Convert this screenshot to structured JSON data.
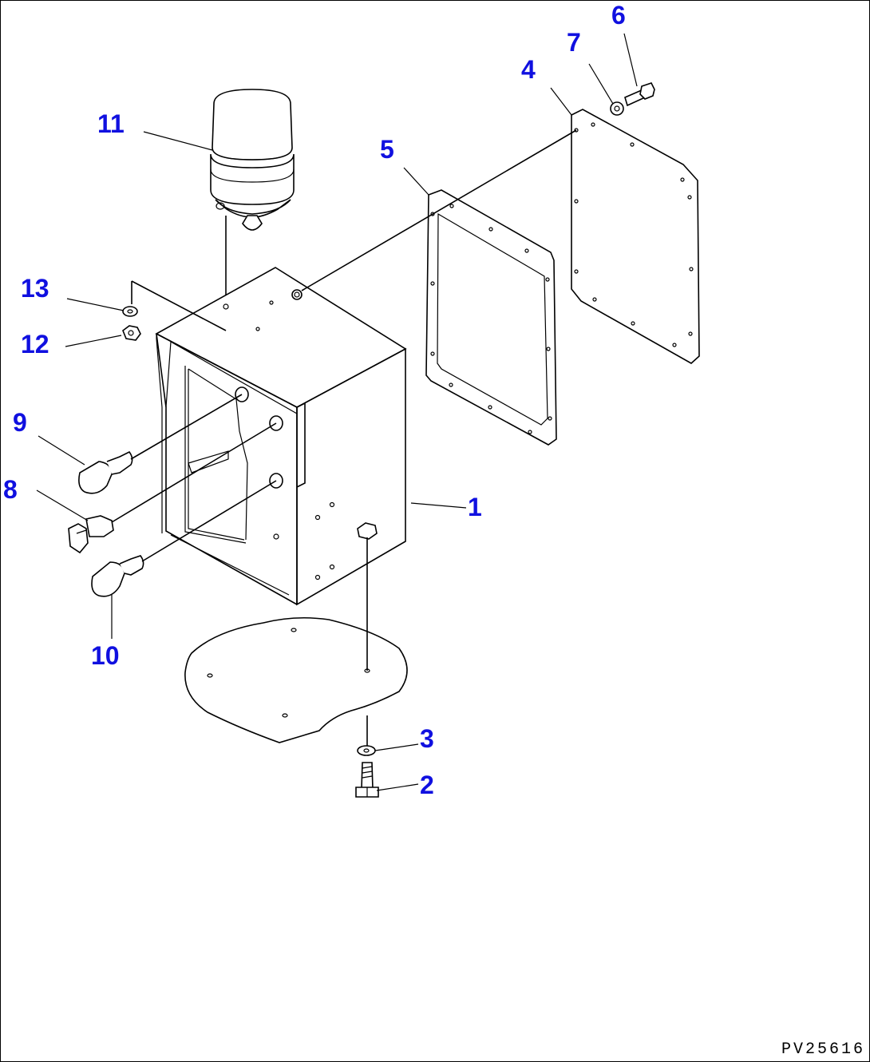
{
  "callouts": [
    {
      "id": "1",
      "label": "1"
    },
    {
      "id": "2",
      "label": "2"
    },
    {
      "id": "3",
      "label": "3"
    },
    {
      "id": "4",
      "label": "4"
    },
    {
      "id": "5",
      "label": "5"
    },
    {
      "id": "6",
      "label": "6"
    },
    {
      "id": "7",
      "label": "7"
    },
    {
      "id": "8",
      "label": "8"
    },
    {
      "id": "9",
      "label": "9"
    },
    {
      "id": "10",
      "label": "10"
    },
    {
      "id": "11",
      "label": "11"
    },
    {
      "id": "12",
      "label": "12"
    },
    {
      "id": "13",
      "label": "13"
    }
  ],
  "drawing_code": "PV25616",
  "colors": {
    "callout": "#1010e0",
    "line": "#000000",
    "background": "#ffffff"
  }
}
